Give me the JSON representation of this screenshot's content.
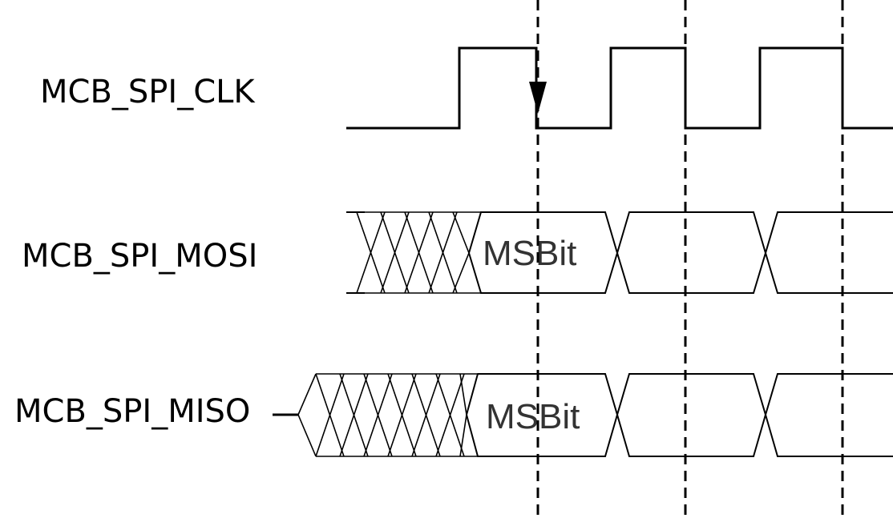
{
  "signals": [
    {
      "name": "MCB_SPI_CLK",
      "type": "clock"
    },
    {
      "name": "MCB_SPI_MOSI",
      "type": "data",
      "first_bit_label": "MSBit"
    },
    {
      "name": "MCB_SPI_MISO",
      "type": "data",
      "first_bit_label": "MSBit"
    }
  ],
  "markers": {
    "sample_edge": "falling",
    "guide_line_style": "dashed"
  },
  "colors": {
    "lines": "#000000",
    "data_label": "#333333",
    "background": "#ffffff"
  }
}
